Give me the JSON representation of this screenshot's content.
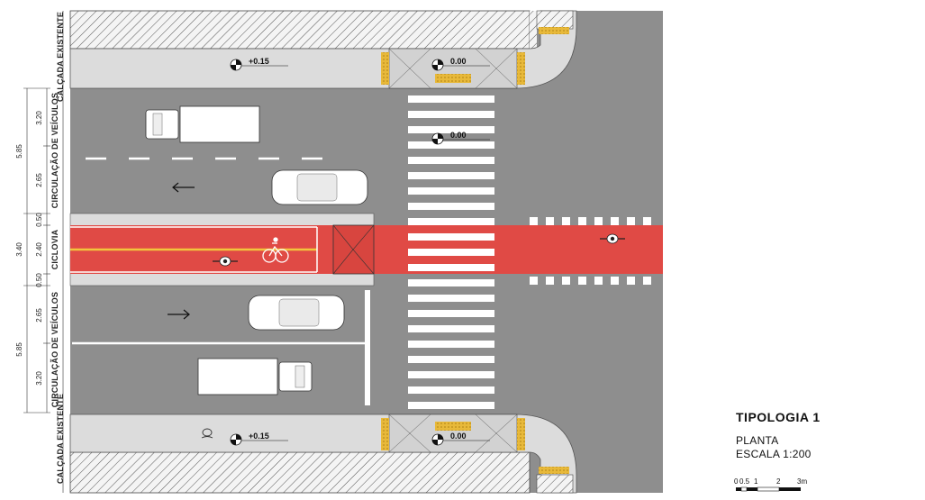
{
  "zones": {
    "sidewalk_top": "CALÇADA EXISTENTE",
    "traffic_top": "CIRCULAÇÃO DE VEÍCULOS",
    "bike_lane": "CICLOVIA",
    "traffic_bottom": "CIRCULAÇÃO DE VEÍCULOS",
    "sidewalk_bottom": "CALÇADA EXISTENTE"
  },
  "dimensions": {
    "traffic_top_total": "5.85",
    "traffic_top_lane_a": "3.20",
    "traffic_top_lane_b": "2.65",
    "buffer_top": "0.50",
    "bike_total": "3.40",
    "bike_lane": "2.40",
    "buffer_bottom": "0.50",
    "traffic_bottom_total": "5.85",
    "traffic_bottom_lane_a": "2.65",
    "traffic_bottom_lane_b": "3.20"
  },
  "elevations": {
    "sidewalk_top": "+0.15",
    "ramp_top": "0.00",
    "crossing": "0.00",
    "sidewalk_bottom": "+0.15",
    "ramp_bottom": "0.00"
  },
  "legend": {
    "title": "TIPOLOGIA 1",
    "subtitle": "PLANTA",
    "scale": "ESCALA 1:200"
  },
  "scale_bar": {
    "labels": [
      "0",
      "0.5",
      "1",
      "2",
      "3m"
    ]
  },
  "colors": {
    "asphalt": "#8e8e8e",
    "bike_lane": "#e04a45",
    "sidewalk": "#dcdcdc",
    "tactile": "#e8b93a",
    "lane_center_line": "#f2c53d"
  },
  "icons": {
    "direction_top": "arrow-left-icon",
    "direction_bottom": "arrow-right-icon",
    "bike_symbol": "bicycle-icon",
    "elevation_marker": "benchmark-icon"
  }
}
